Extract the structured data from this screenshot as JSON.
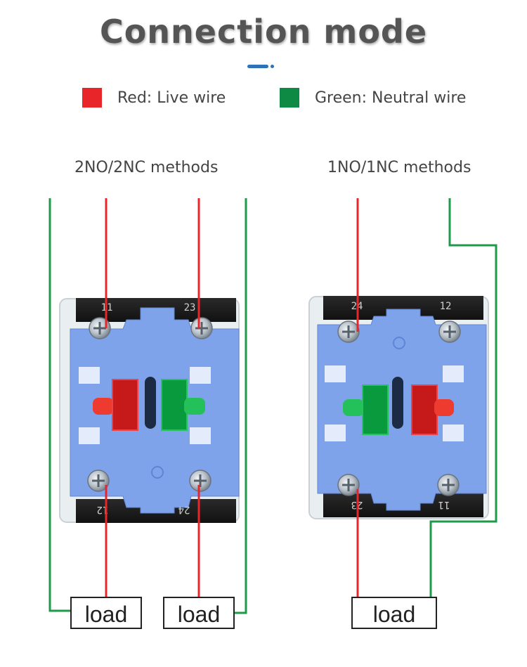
{
  "title": "Connection mode",
  "colors": {
    "accent": "#2e72b8",
    "live_wire": "#e8262a",
    "neutral_wire": "#1e9a4a",
    "switch_body": "#7fa3ea"
  },
  "legend": [
    {
      "color": "#e8262a",
      "label": "Red: Live wire"
    },
    {
      "color": "#0f8a44",
      "label": "Green: Neutral wire"
    }
  ],
  "diagrams": [
    {
      "label": "2NO/2NC methods",
      "terminals_top": [
        "11",
        "23"
      ],
      "terminals_bottom": [
        "12",
        "24"
      ],
      "loads": [
        "load",
        "load"
      ]
    },
    {
      "label": "1NO/1NC methods",
      "terminals_top": [
        "24",
        "12"
      ],
      "terminals_bottom": [
        "23",
        "11"
      ],
      "loads": [
        "load"
      ]
    }
  ]
}
